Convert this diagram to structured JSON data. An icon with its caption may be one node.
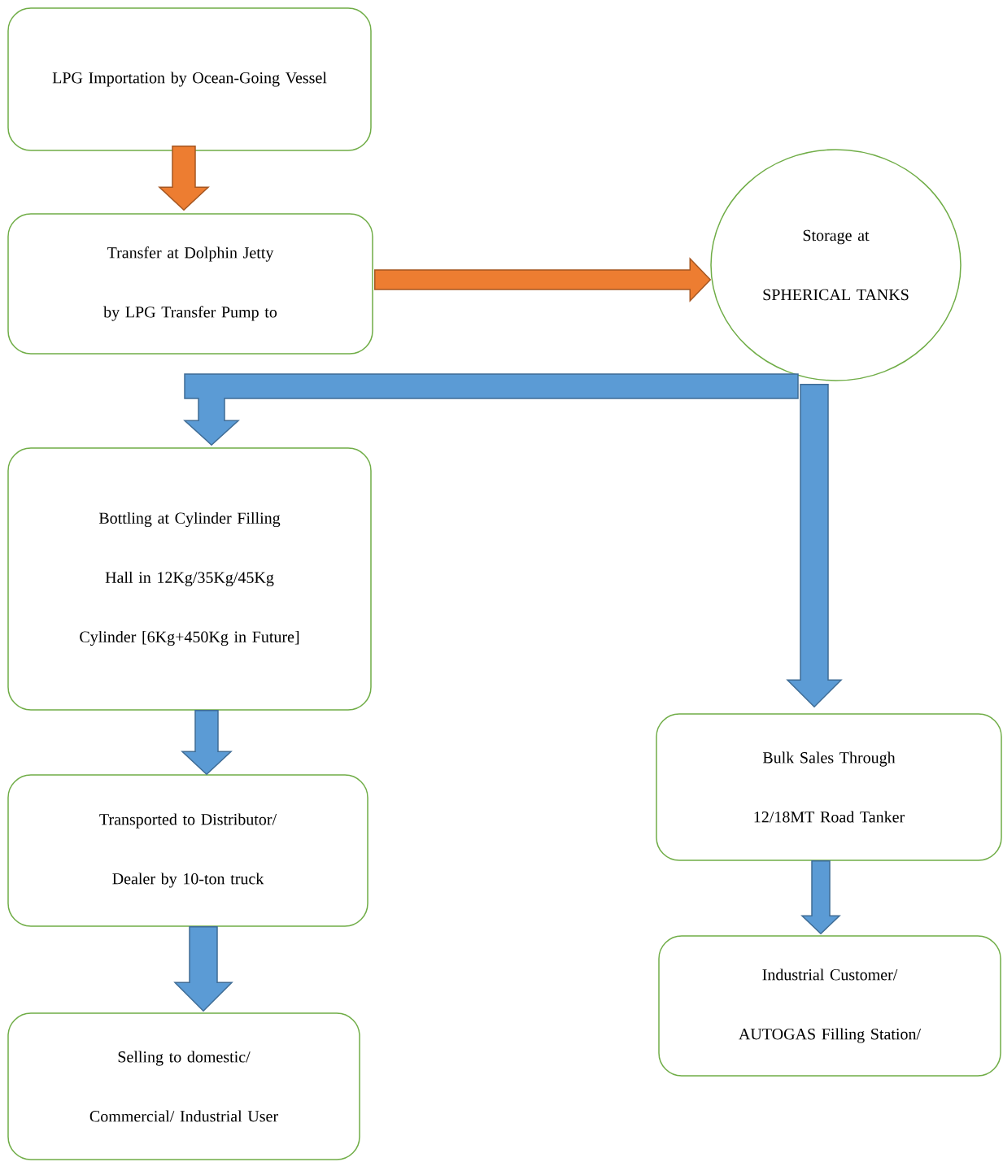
{
  "diagram": {
    "nodes": [
      {
        "text": [
          "LPG Importation by Ocean-Going Vessel"
        ]
      },
      {
        "text": [
          "Transfer at Dolphin Jetty by LPG Transfer Pump to"
        ]
      },
      {
        "text": [
          "Storage at SPHERICAL TANKS"
        ]
      },
      {
        "text": [
          "Bottling at Cylinder Filling Hall in 12Kg/35Kg/45Kg Cylinder [6Kg+450Kg in Future]"
        ]
      },
      {
        "text": [
          "Transported to Distributor/ Dealer by 10-ton truck"
        ]
      },
      {
        "text": [
          "Selling to domestic/ Commercial/ Industrial User"
        ]
      },
      {
        "text": [
          "Bulk Sales Through 12/18MT Road Tanker"
        ]
      },
      {
        "text": [
          "Industrial Customer/ AUTOGAS Filling Station/"
        ]
      }
    ],
    "edges": [
      {
        "from": 0,
        "to": 1,
        "arrow": "to",
        "color": "#ed7d31"
      },
      {
        "from": 1,
        "to": 2,
        "arrow": "to",
        "color": "#ed7d31"
      },
      {
        "from": 2,
        "to": 3,
        "arrow": "to"
      },
      {
        "from": 2,
        "to": 6,
        "arrow": "to"
      },
      {
        "from": 3,
        "to": 4,
        "arrow": "to"
      },
      {
        "from": 4,
        "to": 5,
        "arrow": "to"
      },
      {
        "from": 6,
        "to": 7,
        "arrow": "to"
      }
    ]
  }
}
